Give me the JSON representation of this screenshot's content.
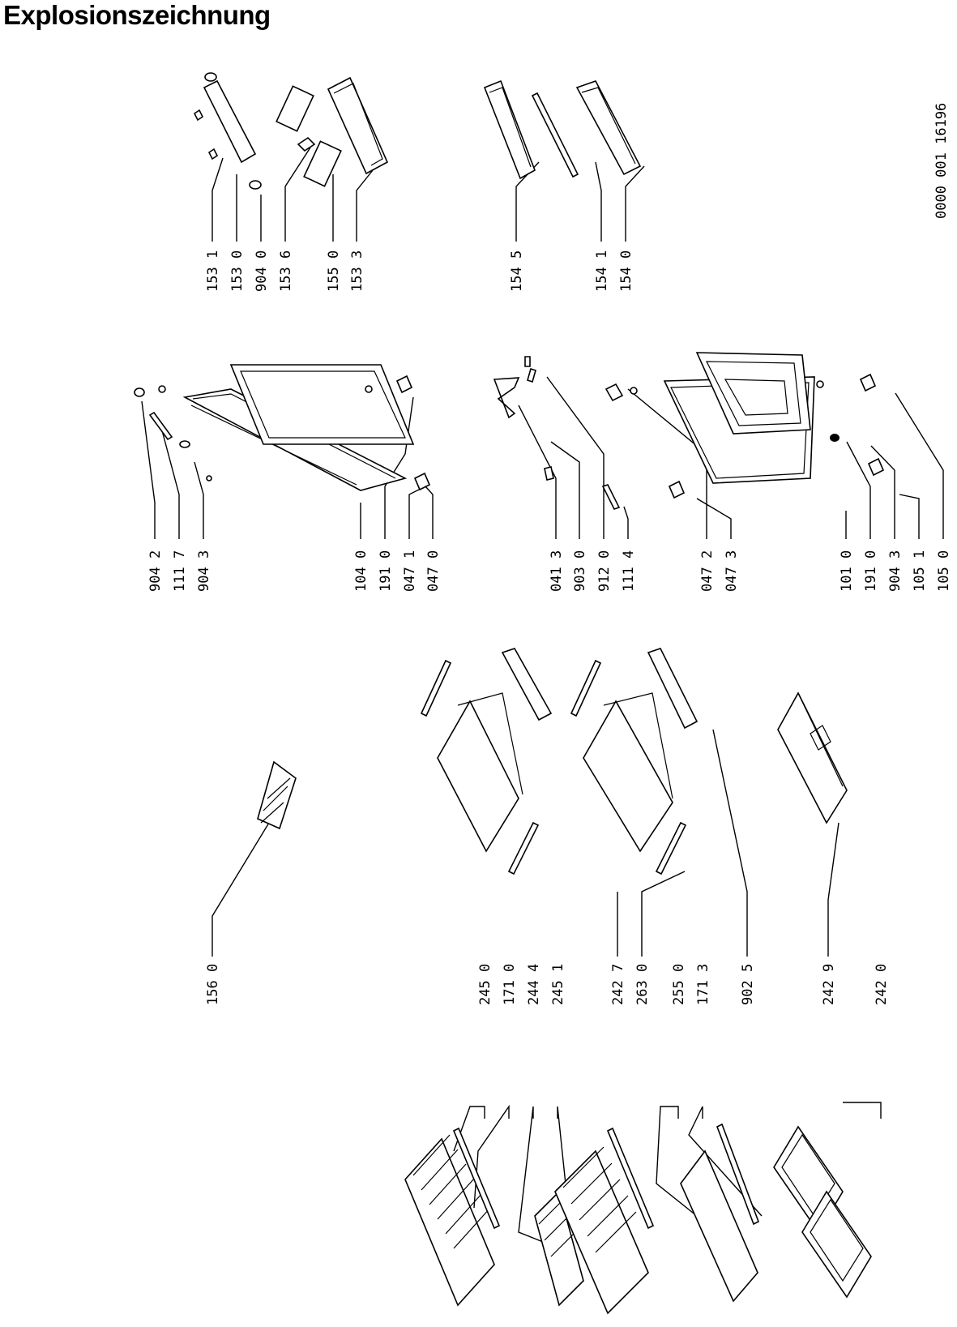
{
  "title": "Explosionszeichnung",
  "drawing_code": "0000 001  16196",
  "colors": {
    "ink": "#000000",
    "paper": "#ffffff"
  },
  "callouts": [
    {
      "key": "p1531",
      "text": "153 1"
    },
    {
      "key": "p1530",
      "text": "153 0"
    },
    {
      "key": "p9040",
      "text": "904 0"
    },
    {
      "key": "p1536",
      "text": "153 6"
    },
    {
      "key": "p1550",
      "text": "155 0"
    },
    {
      "key": "p1533",
      "text": "153 3"
    },
    {
      "key": "p1545",
      "text": "154 5"
    },
    {
      "key": "p1541",
      "text": "154 1"
    },
    {
      "key": "p1540",
      "text": "154 0"
    },
    {
      "key": "p9042",
      "text": "904 2"
    },
    {
      "key": "p1117",
      "text": "111 7"
    },
    {
      "key": "p9043a",
      "text": "904 3"
    },
    {
      "key": "p1040",
      "text": "104 0"
    },
    {
      "key": "p1910a",
      "text": "191 0"
    },
    {
      "key": "p0471",
      "text": "047 1"
    },
    {
      "key": "p0470",
      "text": "047 0"
    },
    {
      "key": "p0413",
      "text": "041 3"
    },
    {
      "key": "p9030",
      "text": "903 0"
    },
    {
      "key": "p9120",
      "text": "912 0"
    },
    {
      "key": "p1114",
      "text": "111 4"
    },
    {
      "key": "p0472",
      "text": "047 2"
    },
    {
      "key": "p0473",
      "text": "047 3"
    },
    {
      "key": "p1010",
      "text": "101 0"
    },
    {
      "key": "p1910b",
      "text": "191 0"
    },
    {
      "key": "p9043b",
      "text": "904 3"
    },
    {
      "key": "p1051",
      "text": "105 1"
    },
    {
      "key": "p1050",
      "text": "105 0"
    },
    {
      "key": "p1560",
      "text": "156 0"
    },
    {
      "key": "p2450",
      "text": "245 0"
    },
    {
      "key": "p1710",
      "text": "171 0"
    },
    {
      "key": "p2444",
      "text": "244 4"
    },
    {
      "key": "p2451",
      "text": "245 1"
    },
    {
      "key": "p2427",
      "text": "242 7"
    },
    {
      "key": "p2630",
      "text": "263 0"
    },
    {
      "key": "p2550",
      "text": "255 0"
    },
    {
      "key": "p1713",
      "text": "171 3"
    },
    {
      "key": "p9025",
      "text": "902 5"
    },
    {
      "key": "p2429",
      "text": "242 9"
    },
    {
      "key": "p2420",
      "text": "242 0"
    }
  ]
}
